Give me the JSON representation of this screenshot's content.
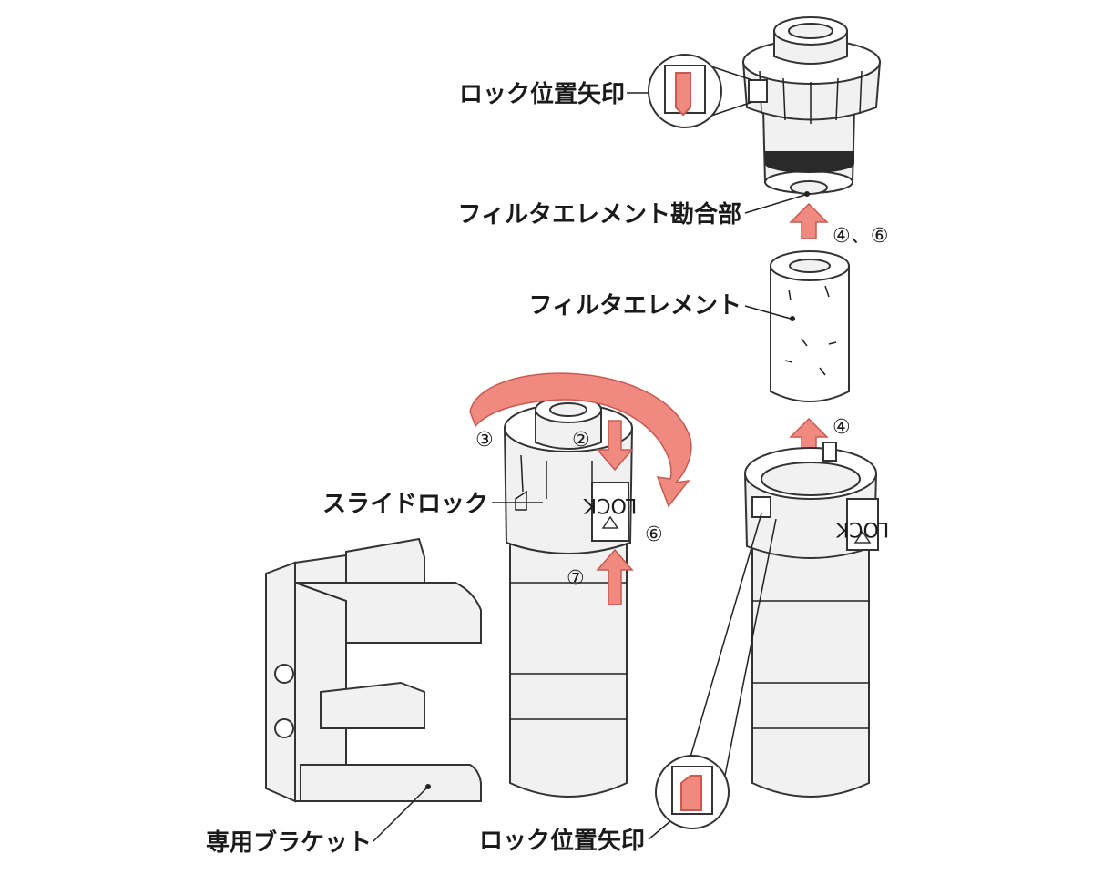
{
  "labels": {
    "lock_arrow_top": "ロック位置矢印",
    "element_fitting": "フィルタエレメント勘合部",
    "filter_element": "フィルタエレメント",
    "slide_lock": "スライドロック",
    "bracket": "専用ブラケット",
    "lock_arrow_bottom": "ロック位置矢印"
  },
  "steps": {
    "up_top": "④、⑥",
    "up_lower": "④",
    "rotate": "③",
    "push_down": "②",
    "lock_slide": "⑥",
    "push_up": "⑦"
  },
  "lock_tag": "LOCK",
  "colors": {
    "arrow_fill": "#f08a80",
    "arrow_stroke": "#c85a50",
    "line": "#222222",
    "part_fill": "#f1f1f1"
  }
}
